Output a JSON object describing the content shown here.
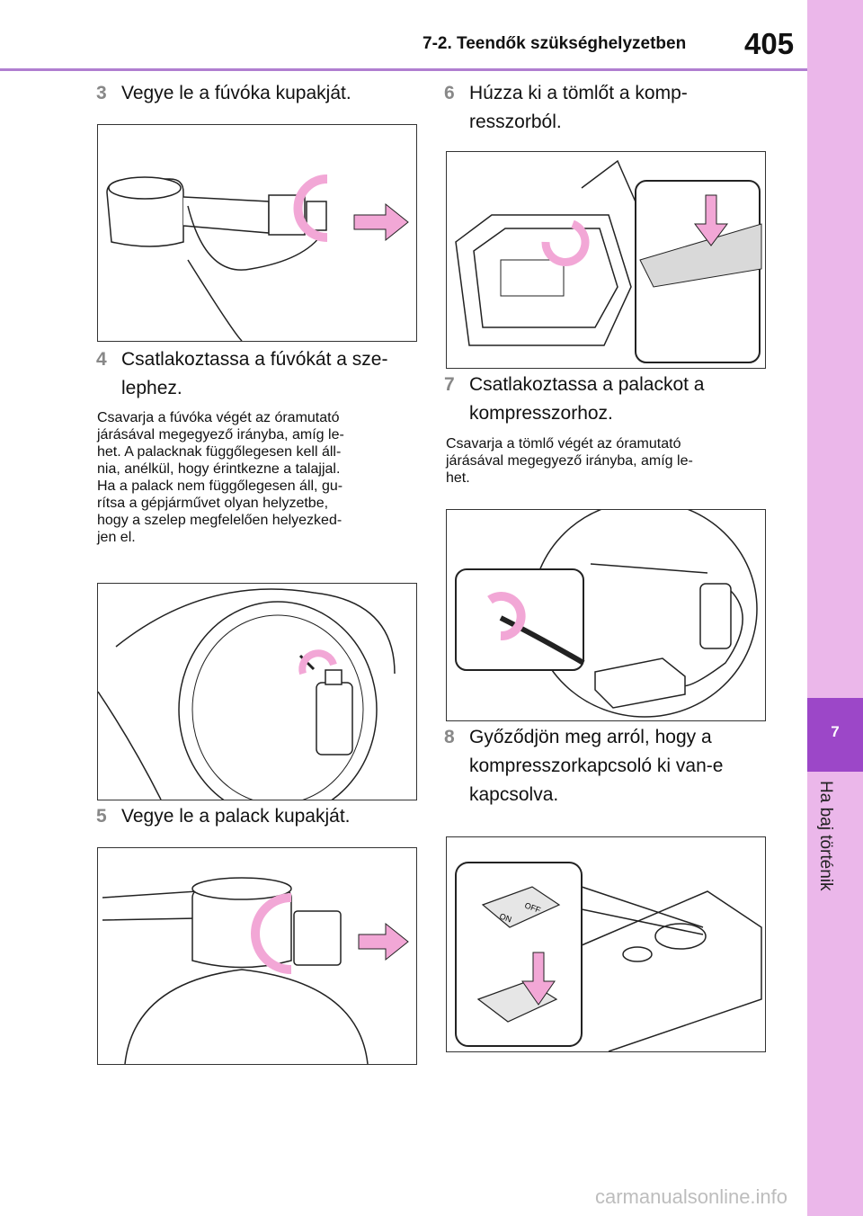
{
  "header": {
    "section_title": "7-2. Teendők szükséghelyzetben",
    "page_number": "405"
  },
  "side_tab": {
    "chapter_number": "7",
    "chapter_title": "Ha baj történik"
  },
  "steps": [
    {
      "number": "3",
      "line1": "Vegye le a fúvóka kupakját."
    },
    {
      "number": "4",
      "line1": "Csatlakoztassa a fúvókát a sze-",
      "line2": "lephez."
    },
    {
      "number": "5",
      "line1": "Vegye le a palack kupakját."
    },
    {
      "number": "6",
      "line1": "Húzza ki a tömlőt a komp-",
      "line2": "resszorból."
    },
    {
      "number": "7",
      "line1": "Csatlakoztassa a palackot a",
      "line2": "kompresszorhoz."
    },
    {
      "number": "8",
      "line1": "Győződjön meg arról, hogy a",
      "line2": "kompresszorkapcsoló ki van-e",
      "line3": "kapcsolva."
    }
  ],
  "notes": {
    "step4": [
      "Csavarja a fúvóka végét az óramutató",
      "járásával megegyező irányba, amíg le-",
      "het. A palacknak függőlegesen kell áll-",
      "nia, anélkül, hogy érintkezne a talajjal.",
      "Ha a palack nem függőlegesen áll, gu-",
      "rítsa a gépjárművet olyan helyzetbe,",
      "hogy a szelep megfelelően helyezked-",
      "jen el."
    ],
    "step7": [
      "Csavarja a tömlő végét az óramutató",
      "járásával megegyező irányba, amíg le-",
      "het."
    ]
  },
  "switch_labels": {
    "on": "ON",
    "off": "OFF"
  },
  "colors": {
    "accent_purple": "#9c47c8",
    "tab_pink": "#ebb7ea",
    "arrow_pink": "#f2a7d6",
    "header_rule": "#b07fd0"
  },
  "footer": {
    "watermark": "carmanualsonline.info"
  }
}
